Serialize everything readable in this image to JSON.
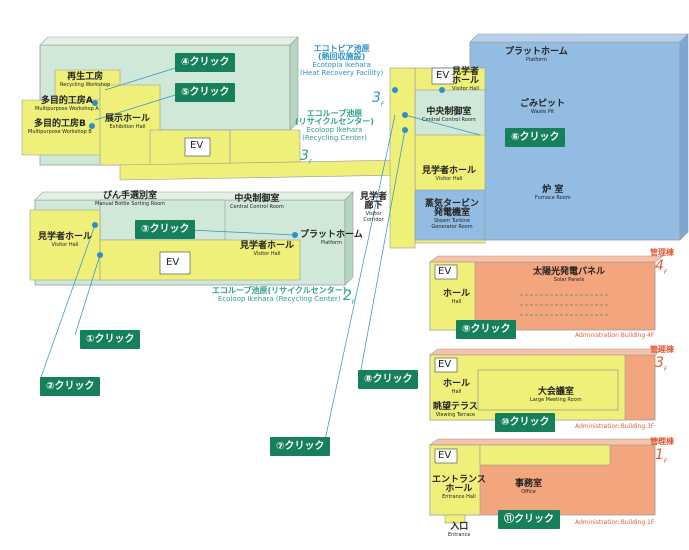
{
  "clicks": {
    "c1": "①クリック",
    "c2": "②クリック",
    "c3": "③クリック",
    "c4": "④クリック",
    "c5": "⑤クリック",
    "c6": "⑥クリック",
    "c7": "⑦クリック",
    "c8": "⑧クリック",
    "c9": "⑨クリック",
    "c10": "⑩クリック",
    "c11": "⑪クリック"
  },
  "buildings": {
    "ecotopia": {
      "jp1": "エコトピア池原",
      "jp2": "(熱回収施設)",
      "en1": "Ecotopia Ikehara",
      "en2": "(Heat Recovery Facility)",
      "floor": "3"
    },
    "ecoloop3": {
      "jp1": "エコループ池原",
      "jp2": "(リサイクルセンター)",
      "en1": "Ecoloop Ikehara",
      "en2": "(Recycling Center)",
      "floor": "3"
    },
    "ecoloop2": {
      "jp": "エコループ池原(リサイクルセンター)",
      "en": "Ecoloop Ikehara (Recycling Center)",
      "floor": "2"
    },
    "admin4": {
      "jp": "管理棟",
      "floor": "4",
      "en": "Administration Building 4F"
    },
    "admin3": {
      "jp": "管理棟",
      "floor": "3",
      "en": "Administration Building 3F"
    },
    "admin1": {
      "jp": "管理棟",
      "floor": "1",
      "en": "Administration Building 1F"
    },
    "floor_suffix": "F"
  },
  "rooms": {
    "recycle_ws": {
      "jp": "再生工房",
      "en": "Recycling Workshop"
    },
    "multi_a": {
      "jp": "多目的工房A",
      "en": "Multipurpose Workshop A"
    },
    "multi_b": {
      "jp": "多目的工房B",
      "en": "Multipurpose Workshop B"
    },
    "exhibition": {
      "jp": "展示ホール",
      "en": "Exhibition Hall"
    },
    "bottle": {
      "jp": "びん手選別室",
      "en": "Manual Bottle Sorting Room"
    },
    "central2": {
      "jp": "中央制御室",
      "en": "Central Control Room"
    },
    "visitor2l": {
      "jp": "見学者ホール",
      "en": "Visitor Hall"
    },
    "visitor2r": {
      "jp": "見学者ホール",
      "en": "Visitor Hall"
    },
    "platform2": {
      "jp": "プラットホーム",
      "en": "Platform"
    },
    "visitor_corr": {
      "jp1": "見学者",
      "jp2": "廊下",
      "en1": "Visitor",
      "en2": "Corridor"
    },
    "platform3": {
      "jp": "プラットホーム",
      "en": "Platform"
    },
    "visitor3top": {
      "jp1": "見学者",
      "jp2": "ホール",
      "en": "Visitor Hall"
    },
    "waste_pit": {
      "jp": "ごみピット",
      "en": "Waste Pit"
    },
    "central3": {
      "jp": "中央制御室",
      "en": "Central Control Room"
    },
    "visitor3mid": {
      "jp": "見学者ホール",
      "en": "Visitor Hall"
    },
    "furnace": {
      "jp": "炉 室",
      "en": "Furnace Room"
    },
    "steam": {
      "jp1": "蒸気タービン",
      "jp2": "発電機室",
      "en1": "Steam Turbine",
      "en2": "Generator Room"
    },
    "hall4": {
      "jp": "ホール",
      "en": "Hall"
    },
    "solar": {
      "jp": "太陽光発電パネル",
      "en": "Solar Panels"
    },
    "hall3": {
      "jp": "ホール",
      "en": "Hall"
    },
    "viewing": {
      "jp": "眺望テラス",
      "en": "Viewing Terrace"
    },
    "meeting": {
      "jp": "大会議室",
      "en": "Large Meeting Room"
    },
    "entrance_hall": {
      "jp1": "エントランス",
      "jp2": "ホール",
      "en": "Entrance Hall"
    },
    "office": {
      "jp": "事務室",
      "en": "Office"
    },
    "entrance": {
      "jp": "入口",
      "en": "Entrance"
    },
    "ev": "EV"
  },
  "colors": {
    "green": "#cfe8d8",
    "yellow": "#eef07a",
    "blue": "#93bce3",
    "orange": "#f3a57e",
    "button": "#16805a"
  }
}
